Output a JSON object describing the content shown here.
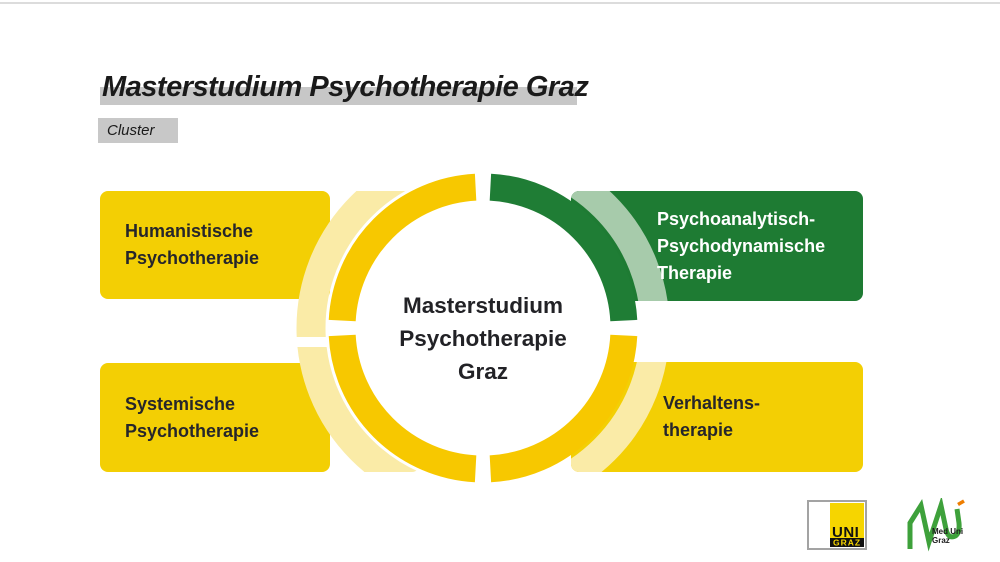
{
  "header": {
    "title": "Masterstudium Psychotherapie Graz",
    "subtitle": "Cluster"
  },
  "diagram": {
    "center_label": "Masterstudium\nPsychotherapie\nGraz",
    "clusters": [
      {
        "id": "humanistische",
        "position": "top-left",
        "label": "Humanistische\nPsychotherapie"
      },
      {
        "id": "psychoanalytisch",
        "position": "top-right",
        "label": "Psychoanalytisch-\nPsychodynamische\nTherapie"
      },
      {
        "id": "systemische",
        "position": "bottom-left",
        "label": "Systemische\nPsychotherapie"
      },
      {
        "id": "verhaltens",
        "position": "bottom-right",
        "label": "Verhaltens-\ntherapie"
      }
    ],
    "colors": {
      "box_yellow": "#F3CF04",
      "ring_yellow": "#F7C800",
      "accent_yellow": "#FAEBA7",
      "box_green": "#1E7B33",
      "ring_green": "#1F7D35",
      "accent_green": "#A7CBAB",
      "text_dark": "#26262B",
      "text_light": "#FFFFFF",
      "highlight_gray": "#C7C7C7"
    }
  },
  "footer": {
    "unigraz_logo": {
      "line1": "UNI",
      "line2": "GRAZ",
      "yellow": "#F6D500",
      "border_gray": "#A3A3A3"
    },
    "meduni_logo": {
      "line1": "Med Uni",
      "line2": "Graz",
      "green": "#3EA13B",
      "orange": "#EE7D00"
    }
  }
}
